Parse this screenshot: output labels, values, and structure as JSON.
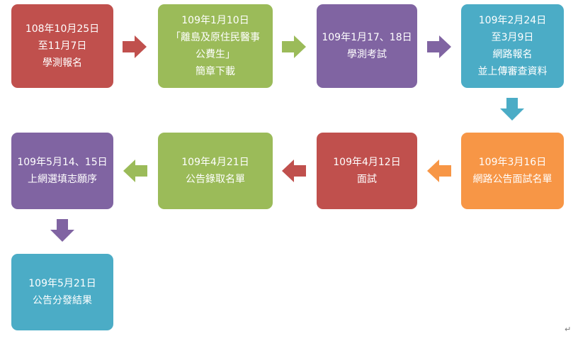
{
  "steps": [
    {
      "lines": [
        "108年10月25日",
        "至11月7日",
        "學測報名"
      ],
      "color": "#c0504d"
    },
    {
      "lines": [
        "109年1月10日",
        "「離島及原住民醫事",
        "公費生」",
        "簡章下載"
      ],
      "color": "#9bbb59"
    },
    {
      "lines": [
        "109年1月17、18日",
        "學測考試"
      ],
      "color": "#8064a2"
    },
    {
      "lines": [
        "109年2月24日",
        "至3月9日",
        "網路報名",
        "並上傳審查資料"
      ],
      "color": "#4bacc6"
    },
    {
      "lines": [
        "109年3月16日",
        "網路公告面試名單"
      ],
      "color": "#f79646"
    },
    {
      "lines": [
        "109年4月12日",
        "面試"
      ],
      "color": "#c0504d"
    },
    {
      "lines": [
        "109年4月21日",
        "公告錄取名單"
      ],
      "color": "#9bbb59"
    },
    {
      "lines": [
        "109年5月14、15日",
        "上網選填志願序"
      ],
      "color": "#8064a2"
    },
    {
      "lines": [
        "109年5月21日",
        "公告分發結果"
      ],
      "color": "#4bacc6"
    }
  ],
  "paragraph_mark": "↵"
}
